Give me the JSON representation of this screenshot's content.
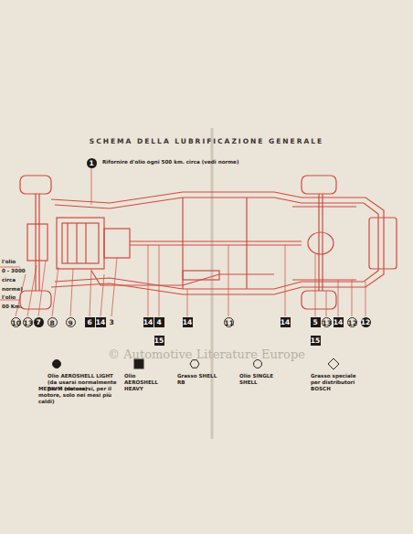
{
  "diagram": {
    "title": "SCHEMA DELLA LUBRIFICAZIONE GENERALE",
    "labels": [
      "1",
      "Rifornire d'olio ogni 500 km. circa (vedi norme)",
      "l'olio",
      "0 - 3000",
      "circa",
      "norme)",
      "l'olio",
      "00 Km.",
      "10",
      "13",
      "7",
      "8",
      "9",
      "6",
      "14",
      "3",
      "14",
      "4",
      "14",
      "11",
      "14",
      "5",
      "13",
      "14",
      "12",
      "12",
      "15",
      "15",
      "© Automotive Literature Europe"
    ],
    "legend": [
      {
        "text": "Olio AEROSHELL LIGHT (da usarsi normalmente per il motore)"
      },
      {
        "text": "MEDIUM (da usarsi, per il motore, solo nei mesi più caldi)"
      },
      {
        "text": "Olio AEROSHELL HEAVY"
      },
      {
        "text": "Grasso SHELL RB"
      },
      {
        "text": "Olio SINGLE SHELL"
      },
      {
        "text": "Grasso speciale per distributori BOSCH"
      }
    ]
  }
}
